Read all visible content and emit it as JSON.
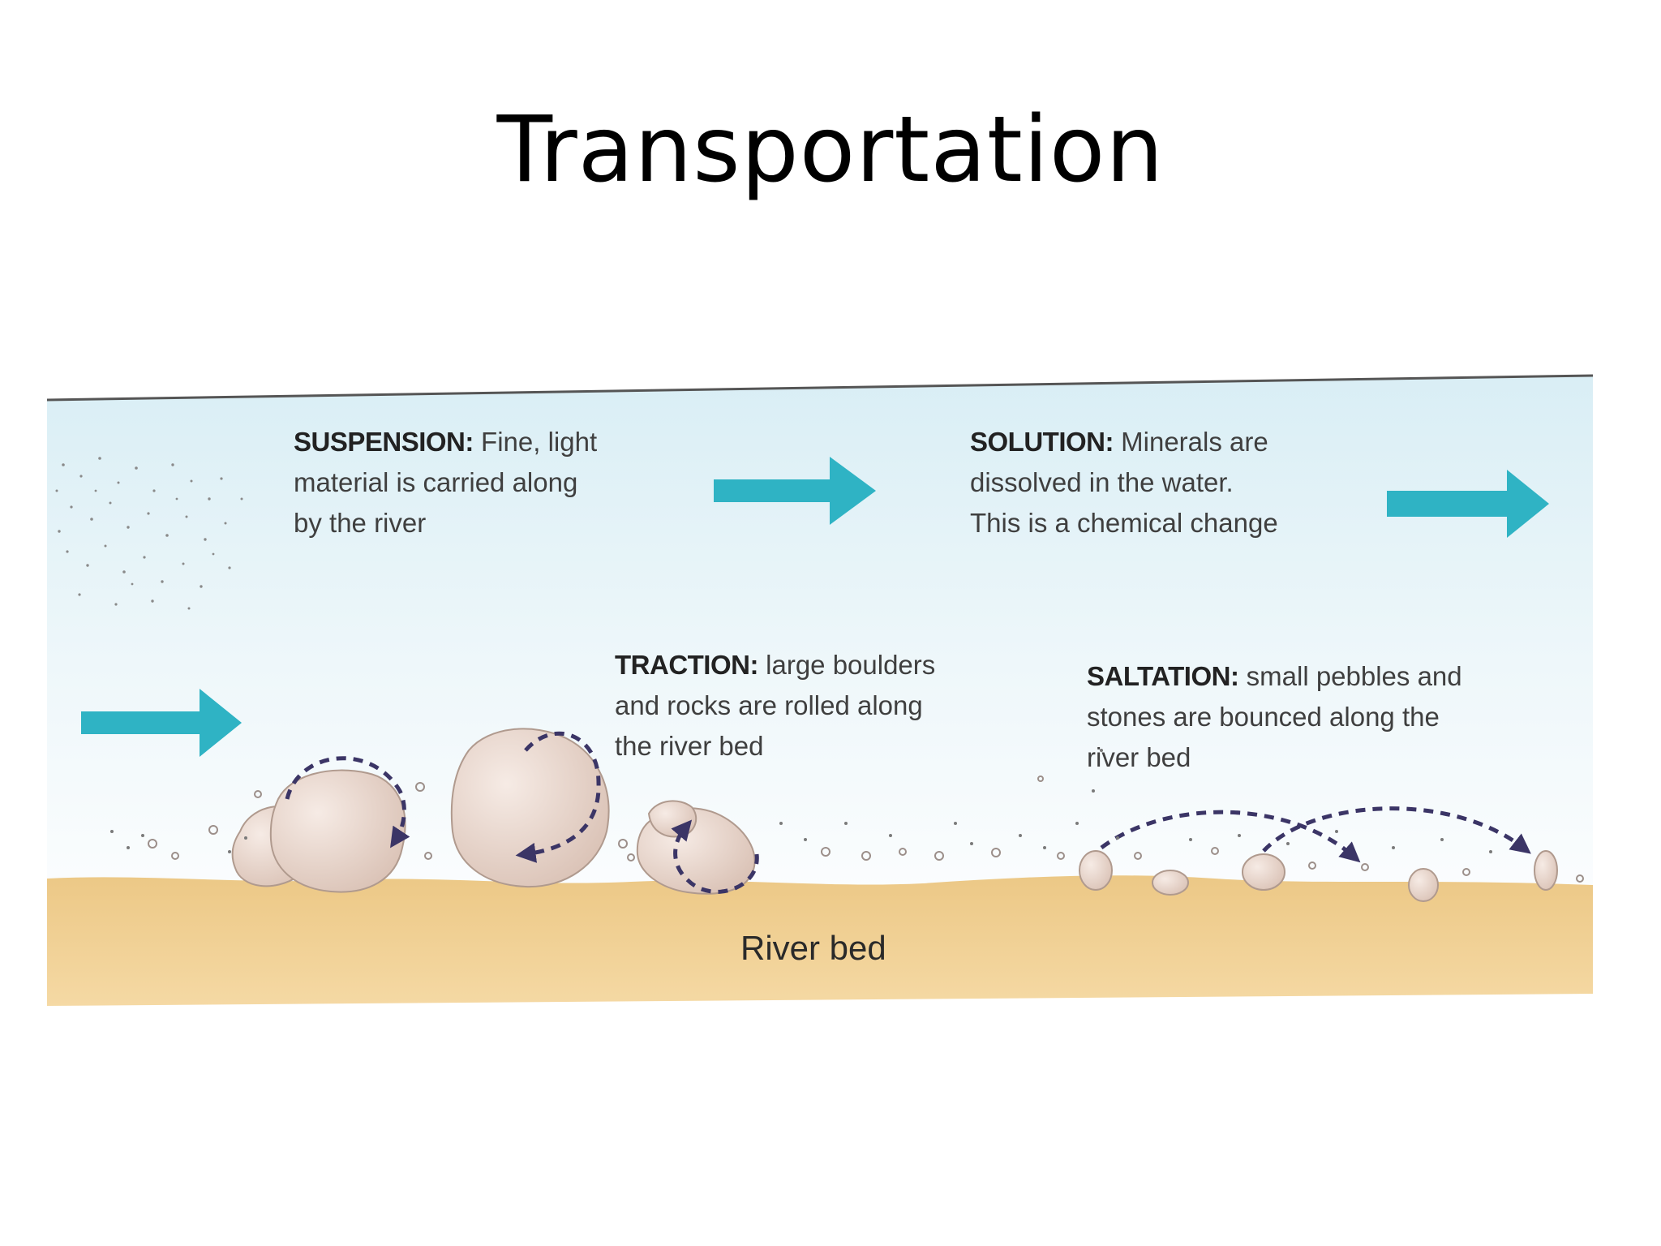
{
  "title": "Transportation",
  "diagram": {
    "labels": {
      "suspension": {
        "term": "SUSPENSION:",
        "lines": [
          "Fine, light",
          "material is carried along",
          "by the river"
        ]
      },
      "solution": {
        "term": "SOLUTION:",
        "lines": [
          "Minerals are",
          "dissolved in the water.",
          "This is a chemical change"
        ]
      },
      "traction": {
        "term": "TRACTION:",
        "lines": [
          "large boulders",
          "and rocks are rolled along",
          "the river bed"
        ]
      },
      "saltation": {
        "term": "SALTATION:",
        "lines": [
          "small pebbles and",
          "stones are bounced along the",
          "river bed"
        ]
      }
    },
    "riverbed_label": "River bed",
    "colors": {
      "water_top": "#dff0f6",
      "water_bottom": "#f4f9fb",
      "flow_arrow": "#2fb3c4",
      "river_bed": "#f1cf8f",
      "rock": "#e9d6cc",
      "motion_arrow": "#3b3566"
    }
  }
}
